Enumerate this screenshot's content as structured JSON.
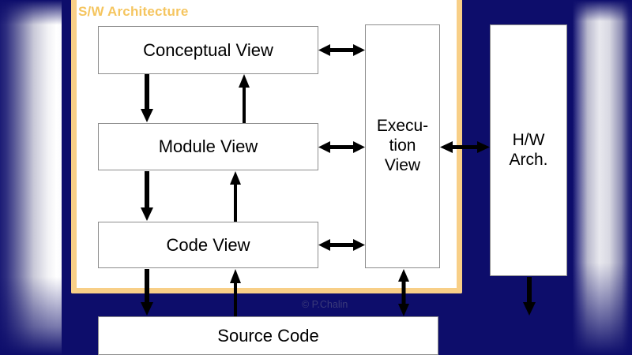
{
  "slide": {
    "background_color": "#0d0d6b",
    "frame": {
      "title": "S/W Architecture",
      "border_color": "#f8cf87",
      "fill_color": "#ffffff"
    },
    "copyright": "© P.Chalin",
    "copyright_color": "#3b3b7a"
  },
  "boxes": {
    "conceptual": {
      "label": "Conceptual View"
    },
    "module": {
      "label": "Module View"
    },
    "code": {
      "label": "Code View"
    },
    "execution": {
      "line1": "Execu-",
      "line2": "tion",
      "line3": "View"
    },
    "hw": {
      "line1": "H/W",
      "line2": "Arch."
    },
    "source": {
      "label": "Source Code"
    }
  },
  "connectors": [
    {
      "name": "conceptual-to-module",
      "from": "Conceptual View",
      "to": "Module View",
      "direction": "down"
    },
    {
      "name": "module-to-conceptual",
      "from": "Module View",
      "to": "Conceptual View",
      "direction": "up"
    },
    {
      "name": "module-to-code",
      "from": "Module View",
      "to": "Code View",
      "direction": "down"
    },
    {
      "name": "code-to-module",
      "from": "Code View",
      "to": "Module View",
      "direction": "up"
    },
    {
      "name": "code-to-source",
      "from": "Code View",
      "to": "Source Code",
      "direction": "down"
    },
    {
      "name": "source-to-code",
      "from": "Source Code",
      "to": "Code View",
      "direction": "up"
    },
    {
      "name": "conceptual-execution",
      "from": "Conceptual View",
      "to": "Execution View",
      "direction": "bidirectional"
    },
    {
      "name": "module-execution",
      "from": "Module View",
      "to": "Execution View",
      "direction": "bidirectional"
    },
    {
      "name": "code-execution",
      "from": "Code View",
      "to": "Execution View",
      "direction": "bidirectional"
    },
    {
      "name": "execution-hw",
      "from": "Execution View",
      "to": "H/W Arch.",
      "direction": "bidirectional"
    },
    {
      "name": "execution-source",
      "from": "Execution View",
      "to": "Source Code",
      "direction": "bidirectional"
    },
    {
      "name": "hw-source",
      "from": "H/W Arch.",
      "to": "Source Code",
      "direction": "down"
    }
  ]
}
